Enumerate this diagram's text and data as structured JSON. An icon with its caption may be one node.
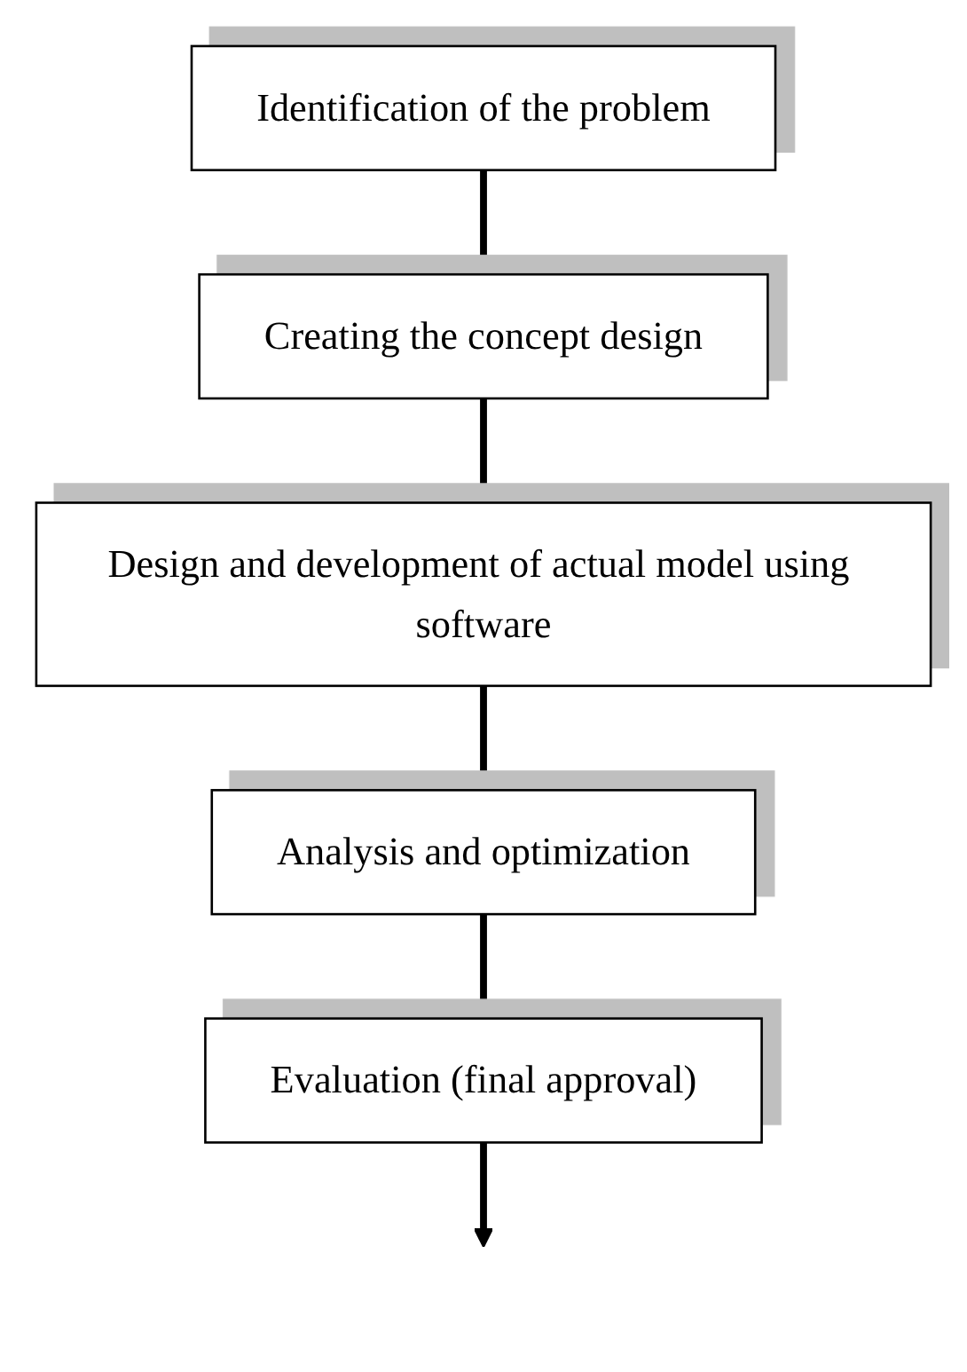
{
  "diagram": {
    "nodes": [
      {
        "text": [
          "Identification of the problem"
        ]
      },
      {
        "text": [
          "Creating the concept design"
        ]
      },
      {
        "text": [
          "Design and development of actual model using software"
        ]
      },
      {
        "text": [
          "Analysis and optimization"
        ]
      },
      {
        "text": [
          "Evaluation (final approval)"
        ]
      }
    ],
    "edges": [
      {
        "from": 0,
        "to": 1,
        "arrow": "to"
      },
      {
        "from": 1,
        "to": 2,
        "arrow": "to"
      },
      {
        "from": 2,
        "to": 3,
        "arrow": "to"
      },
      {
        "from": 3,
        "to": 4,
        "arrow": "to"
      },
      {
        "from": 4,
        "to": null,
        "arrow": "to"
      }
    ]
  }
}
